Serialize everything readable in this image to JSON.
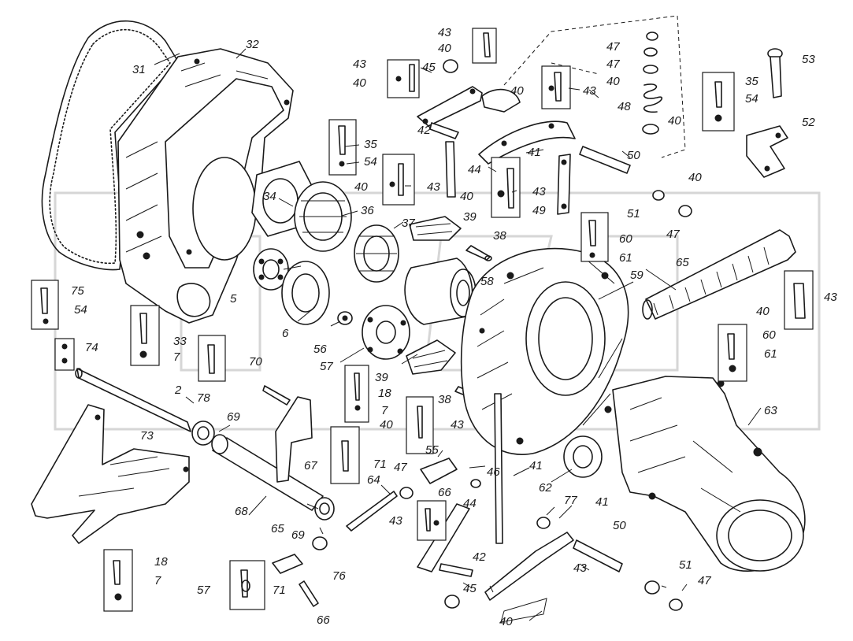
{
  "diagram": {
    "part_labels": [
      {
        "id": "l31",
        "text": "31"
      },
      {
        "id": "l32",
        "text": "32"
      },
      {
        "id": "l43a",
        "text": "43"
      },
      {
        "id": "l40a",
        "text": "40"
      },
      {
        "id": "l43b",
        "text": "43"
      },
      {
        "id": "l40b",
        "text": "40"
      },
      {
        "id": "l45a",
        "text": "45"
      },
      {
        "id": "l47a",
        "text": "47"
      },
      {
        "id": "l47b",
        "text": "47"
      },
      {
        "id": "l40c",
        "text": "40"
      },
      {
        "id": "l40d",
        "text": "40"
      },
      {
        "id": "l43c",
        "text": "43"
      },
      {
        "id": "l48",
        "text": "48"
      },
      {
        "id": "l40e",
        "text": "40"
      },
      {
        "id": "l53",
        "text": "53"
      },
      {
        "id": "l35a",
        "text": "35"
      },
      {
        "id": "l54a",
        "text": "54"
      },
      {
        "id": "l52",
        "text": "52"
      },
      {
        "id": "l42a",
        "text": "42"
      },
      {
        "id": "l35b",
        "text": "35"
      },
      {
        "id": "l54b",
        "text": "54"
      },
      {
        "id": "l41a",
        "text": "41"
      },
      {
        "id": "l50a",
        "text": "50"
      },
      {
        "id": "l44a",
        "text": "44"
      },
      {
        "id": "l40f",
        "text": "40"
      },
      {
        "id": "l43d",
        "text": "43"
      },
      {
        "id": "l40g",
        "text": "40"
      },
      {
        "id": "l43e",
        "text": "43"
      },
      {
        "id": "l49",
        "text": "49"
      },
      {
        "id": "l34",
        "text": "34"
      },
      {
        "id": "l36",
        "text": "36"
      },
      {
        "id": "l37",
        "text": "37"
      },
      {
        "id": "l39a",
        "text": "39"
      },
      {
        "id": "l40h",
        "text": "40"
      },
      {
        "id": "l51a",
        "text": "51"
      },
      {
        "id": "l47c",
        "text": "47"
      },
      {
        "id": "l38a",
        "text": "38"
      },
      {
        "id": "l60a",
        "text": "60"
      },
      {
        "id": "l61a",
        "text": "61"
      },
      {
        "id": "l65a",
        "text": "65"
      },
      {
        "id": "l5",
        "text": "5"
      },
      {
        "id": "l58",
        "text": "58"
      },
      {
        "id": "l59",
        "text": "59"
      },
      {
        "id": "l75",
        "text": "75"
      },
      {
        "id": "l54c",
        "text": "54"
      },
      {
        "id": "l43f",
        "text": "43"
      },
      {
        "id": "l40i",
        "text": "40"
      },
      {
        "id": "l33",
        "text": "33"
      },
      {
        "id": "l7a",
        "text": "7"
      },
      {
        "id": "l6",
        "text": "6"
      },
      {
        "id": "l56",
        "text": "56"
      },
      {
        "id": "l74",
        "text": "74"
      },
      {
        "id": "l57a",
        "text": "57"
      },
      {
        "id": "l39b",
        "text": "39"
      },
      {
        "id": "l60b",
        "text": "60"
      },
      {
        "id": "l61b",
        "text": "61"
      },
      {
        "id": "l78",
        "text": "78"
      },
      {
        "id": "l70",
        "text": "70"
      },
      {
        "id": "l2",
        "text": "2"
      },
      {
        "id": "l18a",
        "text": "18"
      },
      {
        "id": "l7b",
        "text": "7"
      },
      {
        "id": "l38b",
        "text": "38"
      },
      {
        "id": "l69a",
        "text": "69"
      },
      {
        "id": "l40j",
        "text": "40"
      },
      {
        "id": "l43g",
        "text": "43"
      },
      {
        "id": "l63",
        "text": "63"
      },
      {
        "id": "l73",
        "text": "73"
      },
      {
        "id": "l55",
        "text": "55"
      },
      {
        "id": "l67",
        "text": "67"
      },
      {
        "id": "l71a",
        "text": "71"
      },
      {
        "id": "l47d",
        "text": "47"
      },
      {
        "id": "l46",
        "text": "46"
      },
      {
        "id": "l41b",
        "text": "41"
      },
      {
        "id": "l62",
        "text": "62"
      },
      {
        "id": "l64",
        "text": "64"
      },
      {
        "id": "l66a",
        "text": "66"
      },
      {
        "id": "l44b",
        "text": "44"
      },
      {
        "id": "l77",
        "text": "77"
      },
      {
        "id": "l41c",
        "text": "41"
      },
      {
        "id": "l68",
        "text": "68"
      },
      {
        "id": "l43h",
        "text": "43"
      },
      {
        "id": "l50b",
        "text": "50"
      },
      {
        "id": "l65b",
        "text": "65"
      },
      {
        "id": "l69b",
        "text": "69"
      },
      {
        "id": "l18b",
        "text": "18"
      },
      {
        "id": "l7c",
        "text": "7"
      },
      {
        "id": "l76",
        "text": "76"
      },
      {
        "id": "l42b",
        "text": "42"
      },
      {
        "id": "l43i",
        "text": "43"
      },
      {
        "id": "l45b",
        "text": "45"
      },
      {
        "id": "l51b",
        "text": "51"
      },
      {
        "id": "l47e",
        "text": "47"
      },
      {
        "id": "l57b",
        "text": "57"
      },
      {
        "id": "l71b",
        "text": "71"
      },
      {
        "id": "l66b",
        "text": "66"
      },
      {
        "id": "l40k",
        "text": "40"
      }
    ]
  }
}
